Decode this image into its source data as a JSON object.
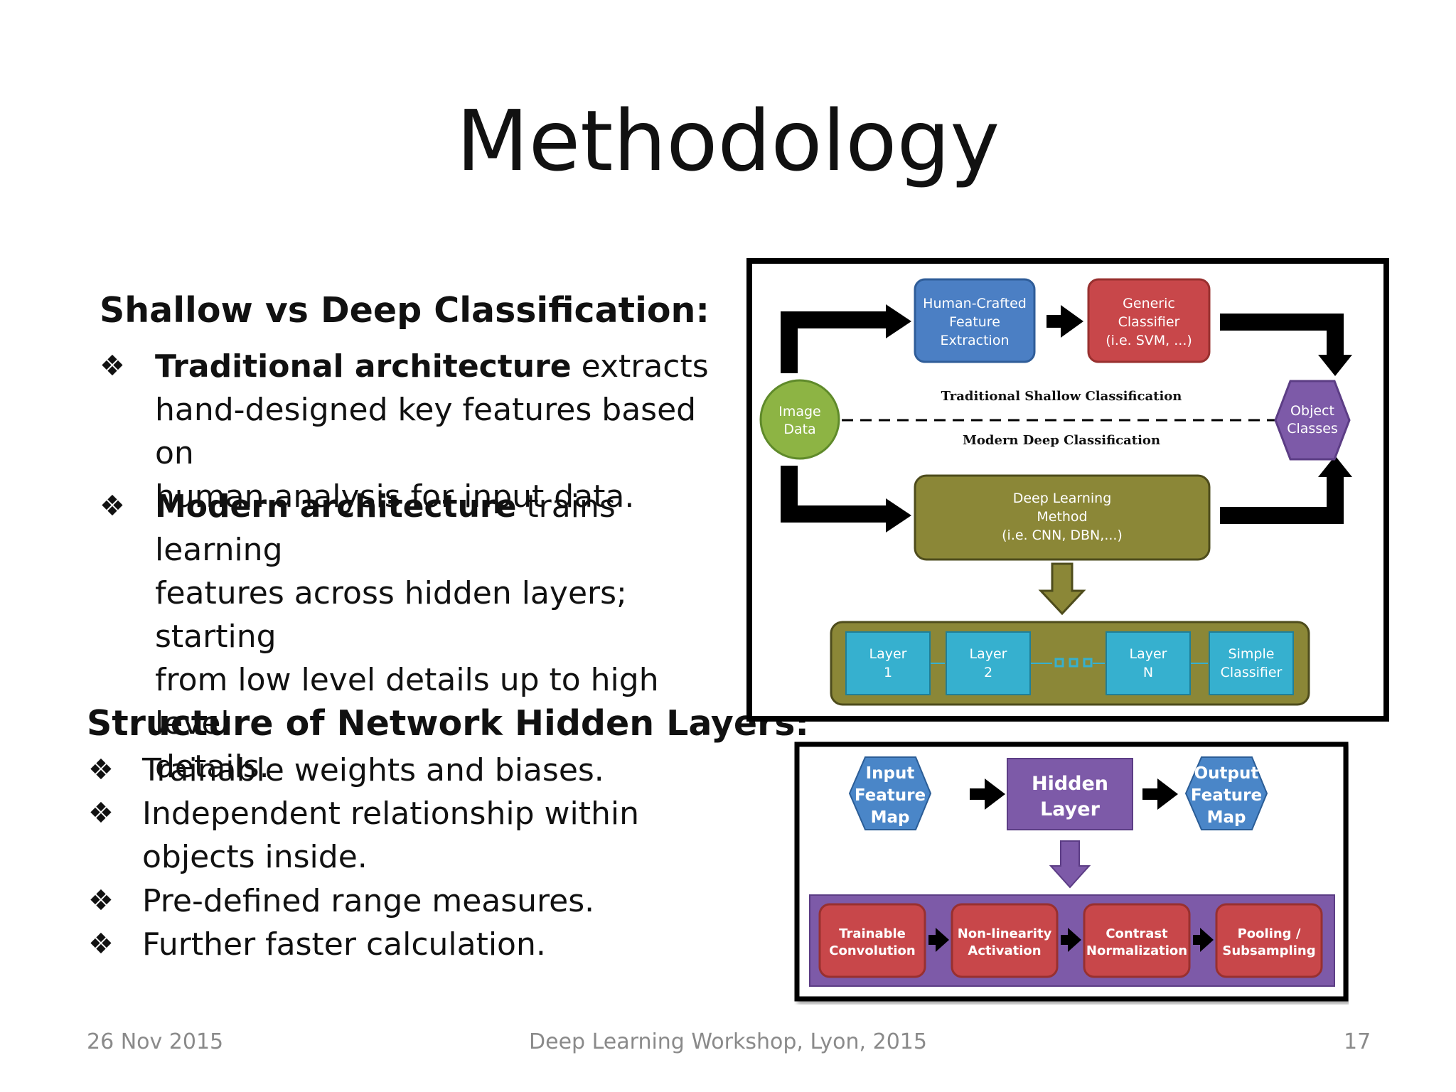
{
  "slide": {
    "title": "Methodology"
  },
  "section1": {
    "heading": "Shallow vs Deep Classification:",
    "bullets": [
      {
        "bold": "Traditional architecture",
        "line1": " extracts",
        "rest": [
          "hand-designed key features based on",
          "human analysis for input data."
        ]
      },
      {
        "bold": "Modern architecture",
        "line1": " trains learning",
        "rest": [
          "features across hidden layers; starting",
          "from low level details up to high level",
          "details."
        ]
      }
    ]
  },
  "section2": {
    "heading": "Structure of Network Hidden Layers:",
    "bullets": [
      {
        "lines": [
          "Trainable weights and biases."
        ]
      },
      {
        "lines": [
          "Independent relationship within",
          "objects inside."
        ]
      },
      {
        "lines": [
          "Pre-defined range measures."
        ]
      },
      {
        "lines": [
          "Further faster calculation."
        ]
      }
    ]
  },
  "bullet_symbol": "❖",
  "figure1": {
    "image_data": [
      "Image",
      "Data"
    ],
    "human_crafted": [
      "Human-Crafted",
      "Feature",
      "Extraction"
    ],
    "generic_classifier": [
      "Generic",
      "Classifier",
      "(i.e. SVM, ...)"
    ],
    "object_classes": [
      "Object",
      "Classes"
    ],
    "traditional_label": "Traditional Shallow Classification",
    "modern_label": "Modern Deep Classification",
    "deep_learning": [
      "Deep Learning",
      "Method",
      "(i.e. CNN, DBN,...)"
    ],
    "layer1": [
      "Layer",
      "1"
    ],
    "layer2": [
      "Layer",
      "2"
    ],
    "layerN": [
      "Layer",
      "N"
    ],
    "simple_classifier": [
      "Simple",
      "Classifier"
    ]
  },
  "figure2": {
    "input_map": [
      "Input",
      "Feature",
      "Map"
    ],
    "hidden_layer": [
      "Hidden",
      "Layer"
    ],
    "output_map": [
      "Output",
      "Feature",
      "Map"
    ],
    "steps": [
      [
        "Trainable",
        "Convolution"
      ],
      [
        "Non-linearity",
        "Activation"
      ],
      [
        "Contrast",
        "Normalization"
      ],
      [
        "Pooling /",
        "Subsampling"
      ]
    ]
  },
  "colors": {
    "blue": "#4b7fc4",
    "red": "#c8474a",
    "green": "#8db444",
    "purple": "#7d5aa8",
    "olive": "#8b8737",
    "teal": "#36b0cf",
    "hex_blue": "#4a86c8"
  },
  "footer": {
    "date": "26 Nov 2015",
    "event": "Deep Learning Workshop, Lyon, 2015",
    "page": "17"
  }
}
